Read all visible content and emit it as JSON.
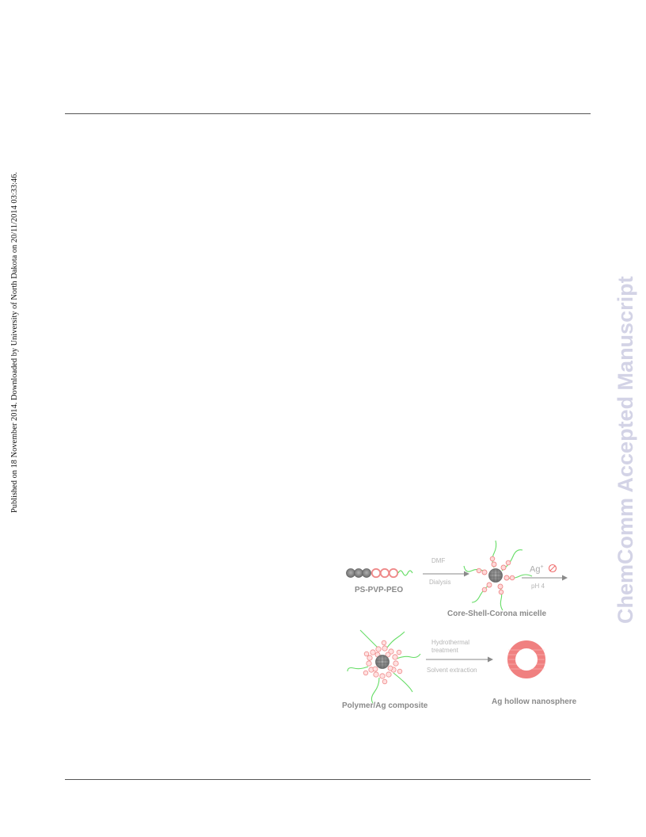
{
  "sidebar": {
    "published_note": "Published on 18 November 2014. Downloaded by University of North Dakota on 20/11/2014 03:33:46."
  },
  "watermark": {
    "text": "ChemComm Accepted Manuscript",
    "color": "#d3d3e6"
  },
  "scheme": {
    "labels": {
      "triblock": "PS-PVP-PEO",
      "micelle": "Core-Shell-Corona micelle",
      "composite": "Polymer/Ag composite",
      "hollow": "Ag hollow nanosphere"
    },
    "steps": {
      "step1_top": "DMF",
      "step1_bottom": "Dialysis",
      "step2_ion": "Ag",
      "step2_ion_charge": "+",
      "step2_condition": "pH 4",
      "step3_top_line1": "Hydrothermal",
      "step3_top_line2": "treatment",
      "step3_bottom": "Solvent extraction"
    },
    "colors": {
      "ps_core": "#8c8c8c",
      "pvp_shell": "#ef8a8a",
      "peo_corona": "#66dd66",
      "ag_shell": "#f08080",
      "arrow": "#8a8a8a"
    }
  }
}
